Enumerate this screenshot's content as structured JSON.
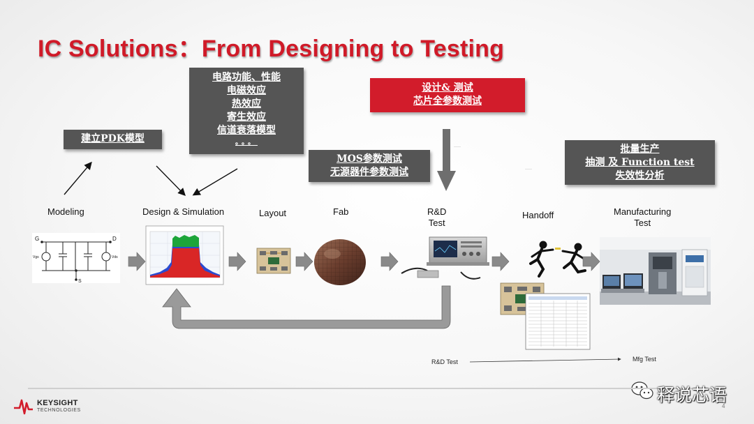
{
  "slide": {
    "title": "IC Solutions：From Designing to Testing",
    "boxes": {
      "pdk": [
        "建立PDK模型"
      ],
      "design_effects": [
        "电路功能、性能",
        "电磁效应",
        "热效应",
        "寄生效应",
        "信道衰落模型",
        "。。。"
      ],
      "layout_test": [
        "MOS参数测试",
        "无源器件参数测试"
      ],
      "rd_test": [
        "设计& 测试",
        "芯片全参数测试"
      ],
      "mfg": [
        "批量生产",
        "抽测 及 Function test",
        "失效性分析"
      ]
    },
    "stages": {
      "modeling": "Modeling",
      "design": "Design & Simulation",
      "layout": "Layout",
      "fab": "Fab",
      "rd": [
        "R&D",
        "Test"
      ],
      "handoff": "Handoff",
      "manufacturing": [
        "Manufacturing",
        "Test"
      ]
    },
    "timeline": {
      "start": "R&D Test",
      "end": "Mfg Test"
    },
    "circuit_labels": {
      "g": "G",
      "d": "D",
      "s": "S",
      "vgs": "Vgs",
      "vds": "Vds"
    },
    "colors": {
      "accent_red": "#d21c2b",
      "title_red": "#d01a28",
      "box_gray": "#555555",
      "arrow_gray": "#8a8a8a"
    }
  },
  "footer": {
    "brand": "KEYSIGHT",
    "brand_sub": "TECHNOLOGIES",
    "watermark": "释说芯语",
    "page_number": "4"
  }
}
